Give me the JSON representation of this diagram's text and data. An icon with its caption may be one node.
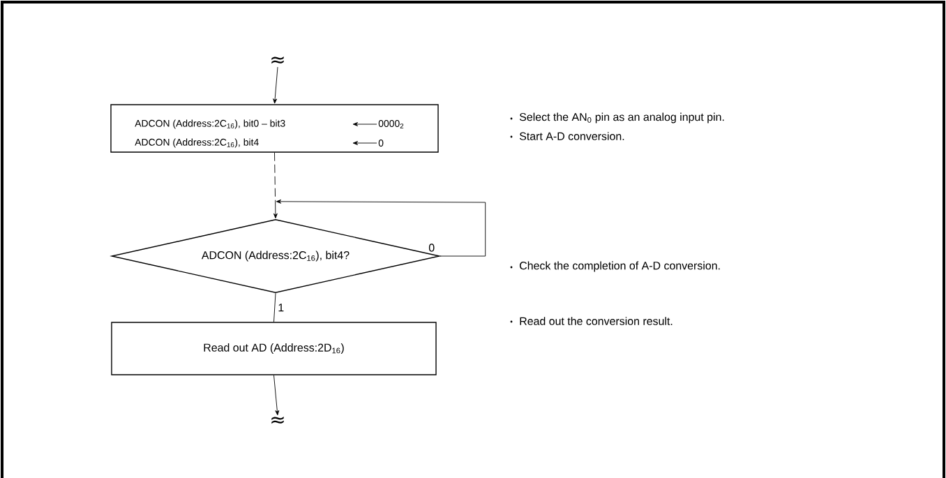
{
  "diagram": {
    "nodes": [
      {
        "text": [
          "≈"
        ]
      },
      {
        "text": [
          "ADCON (Address:2C$_{16}$), bit0 – bit3",
          "0000$_{2}$",
          "ADCON (Address:2C$_{16}$), bit4",
          "0"
        ]
      },
      {
        "text": [
          "ADCON (Address:2C$_{16}$), bit4?"
        ]
      },
      {
        "text": [
          "Read out AD (Address:2D$_{16}$)"
        ]
      },
      {
        "text": [
          "≈"
        ]
      }
    ],
    "edges": [
      {
        "from": 0,
        "to": 1,
        "arrow": "to"
      },
      {
        "from": 1,
        "to": 2,
        "arrow": "to",
        "style": "dashed"
      },
      {
        "from": 2,
        "to": 2,
        "arrow": "to",
        "label": "0"
      },
      {
        "from": 2,
        "to": 3,
        "arrow": "none",
        "label": "1"
      },
      {
        "from": 3,
        "to": 4,
        "arrow": "to"
      }
    ],
    "labels": [
      "Select the AN$_{0}$ pin as an analog input pin.",
      "Start A-D conversion.",
      "Check the completion of A-D conversion.",
      "Read out the conversion result."
    ]
  }
}
